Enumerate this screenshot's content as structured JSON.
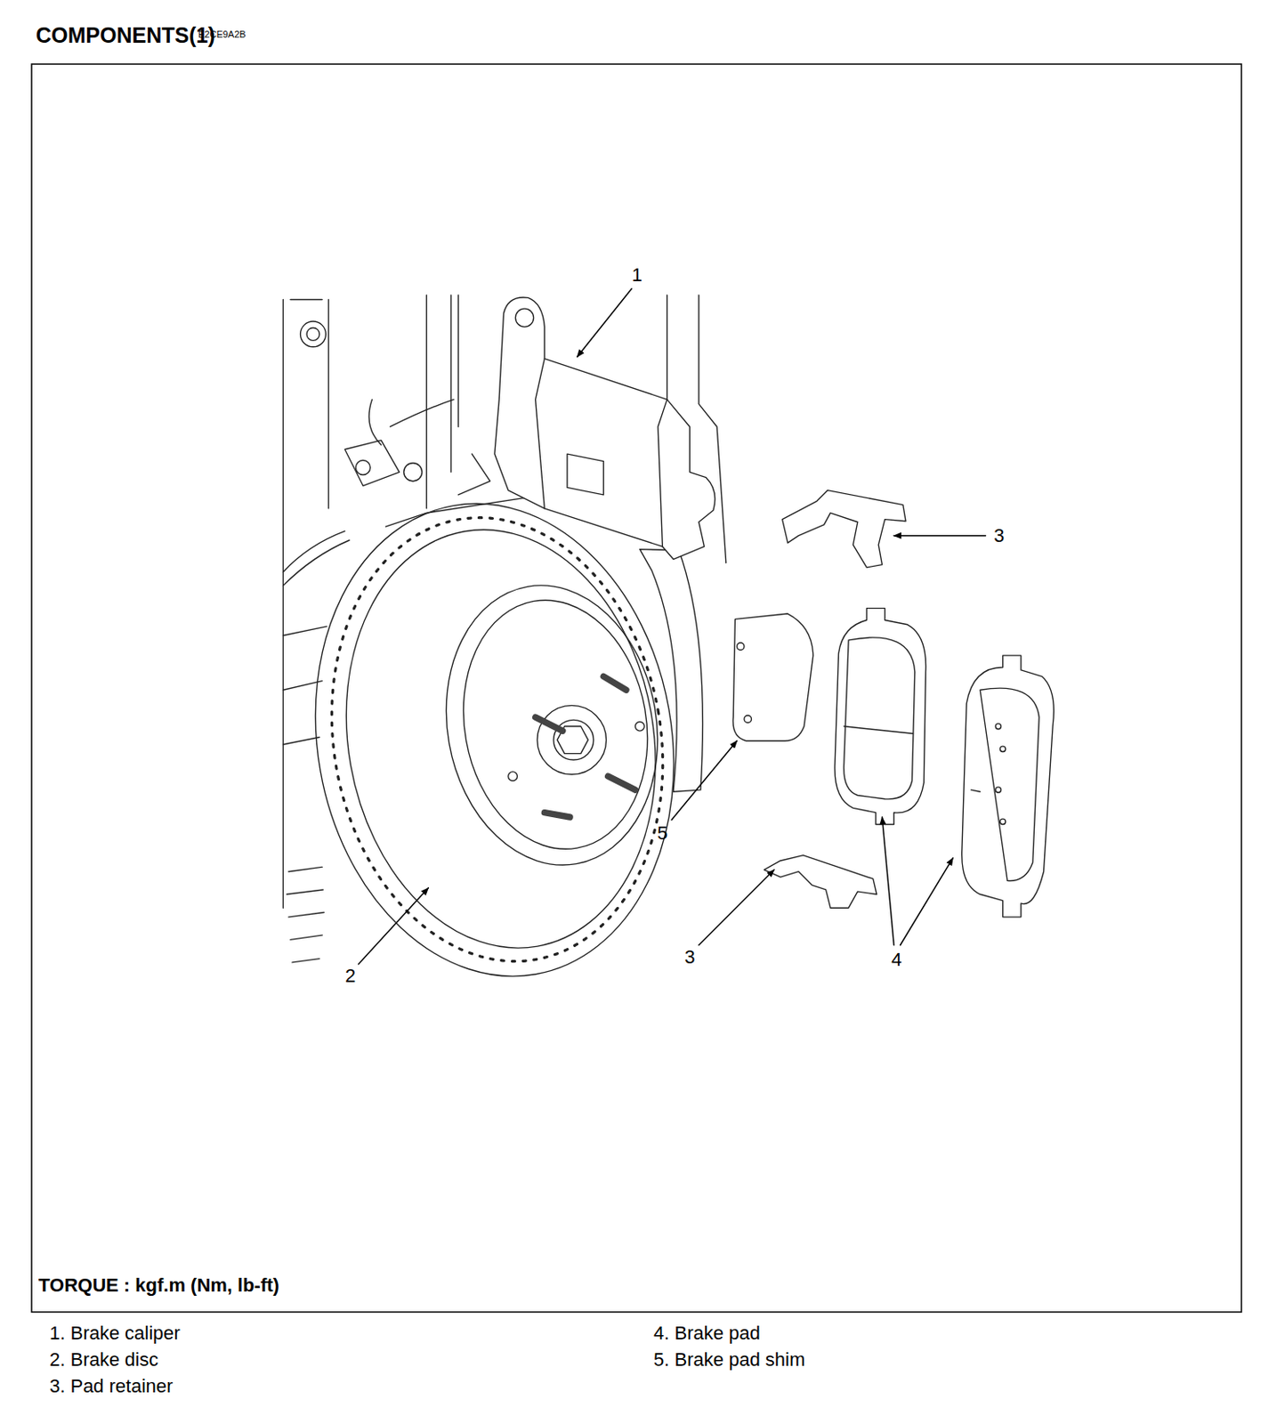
{
  "diagram": {
    "title": "COMPONENTS(1)",
    "labels": [
      "E2CE9A2B",
      "1",
      "3",
      "5",
      "2",
      "3",
      "4",
      "TORQUE : kgf.m (Nm, lb-ft)",
      "1. Brake caliper",
      "2. Brake disc",
      "3. Pad retainer",
      "4. Brake pad",
      "5. Brake pad shim"
    ]
  }
}
